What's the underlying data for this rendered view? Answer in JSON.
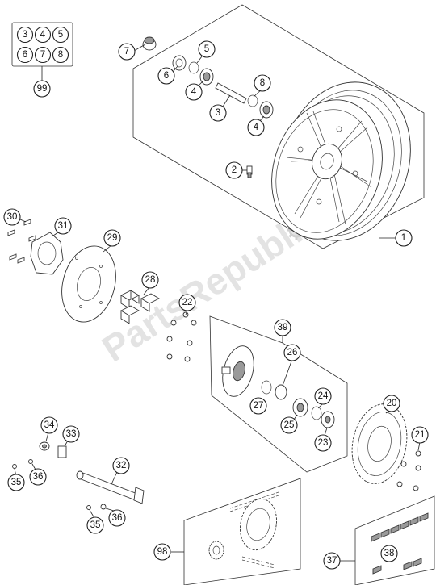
{
  "watermark": {
    "text": "PartsRepublik",
    "icon": "gear-icon"
  },
  "kit_box": {
    "number": "99",
    "contents": [
      "3",
      "4",
      "5",
      "6",
      "7",
      "8"
    ]
  },
  "callouts": [
    {
      "id": "c1",
      "label": "1"
    },
    {
      "id": "c2",
      "label": "2"
    },
    {
      "id": "c3",
      "label": "3"
    },
    {
      "id": "c4a",
      "label": "4"
    },
    {
      "id": "c4b",
      "label": "4"
    },
    {
      "id": "c5",
      "label": "5"
    },
    {
      "id": "c6",
      "label": "6"
    },
    {
      "id": "c7",
      "label": "7"
    },
    {
      "id": "c8",
      "label": "8"
    },
    {
      "id": "c20",
      "label": "20"
    },
    {
      "id": "c21",
      "label": "21"
    },
    {
      "id": "c22",
      "label": "22"
    },
    {
      "id": "c23",
      "label": "23"
    },
    {
      "id": "c24",
      "label": "24"
    },
    {
      "id": "c25",
      "label": "25"
    },
    {
      "id": "c26",
      "label": "26"
    },
    {
      "id": "c27",
      "label": "27"
    },
    {
      "id": "c28",
      "label": "28"
    },
    {
      "id": "c29",
      "label": "29"
    },
    {
      "id": "c30",
      "label": "30"
    },
    {
      "id": "c31",
      "label": "31"
    },
    {
      "id": "c32",
      "label": "32"
    },
    {
      "id": "c33",
      "label": "33"
    },
    {
      "id": "c34",
      "label": "34"
    },
    {
      "id": "c35a",
      "label": "35"
    },
    {
      "id": "c35b",
      "label": "35"
    },
    {
      "id": "c36a",
      "label": "36"
    },
    {
      "id": "c36b",
      "label": "36"
    },
    {
      "id": "c37",
      "label": "37"
    },
    {
      "id": "c38",
      "label": "38"
    },
    {
      "id": "c39",
      "label": "39"
    },
    {
      "id": "c98",
      "label": "98"
    }
  ]
}
